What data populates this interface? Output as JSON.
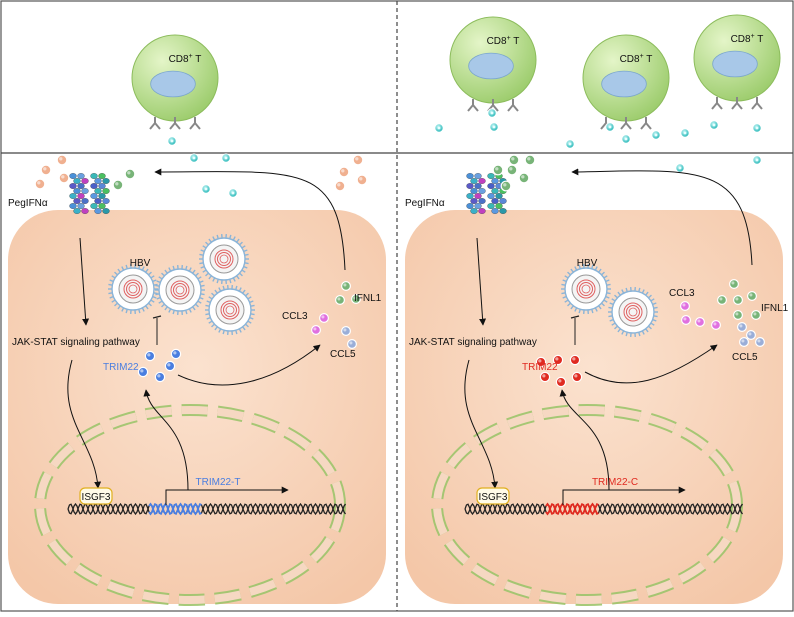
{
  "panels": [
    {
      "tcell_label": "CD8",
      "tcell_label_sup": "+",
      "tcell_label_suffix": " T",
      "ligand_label": "PegIFNα",
      "virus_label": "HBV",
      "pathway_label": "JAK-STAT signaling pathway",
      "trim_label": "TRIM22",
      "trim_color": "#4a7ee0",
      "variant_label": "TRIM22-T",
      "complex_label": "ISGF3",
      "chemokines": [
        "CCL3",
        "IFNL1",
        "CCL5"
      ]
    },
    {
      "tcell_label": "CD8",
      "tcell_label_sup": "+",
      "tcell_label_suffix": " T",
      "ligand_label": "PegIFNα",
      "virus_label": "HBV",
      "pathway_label": "JAK-STAT signaling pathway",
      "trim_label": "TRIM22",
      "trim_color": "#e02a20",
      "variant_label": "TRIM22-C",
      "complex_label": "ISGF3",
      "chemokines": [
        "CCL3",
        "IFNL1",
        "CCL5"
      ]
    }
  ],
  "colors": {
    "cell": "#f8d4bc",
    "tcell": "#a8d878",
    "tcell_nucleus": "#a8c8e8",
    "chemokine_teal": "#2cc4c4",
    "ifn": "#f0b090",
    "ifnl1": "#78b478",
    "ccl3": "#e070e0",
    "ccl5": "#9aaed8",
    "nucleus_outline": "#9cc46c"
  }
}
